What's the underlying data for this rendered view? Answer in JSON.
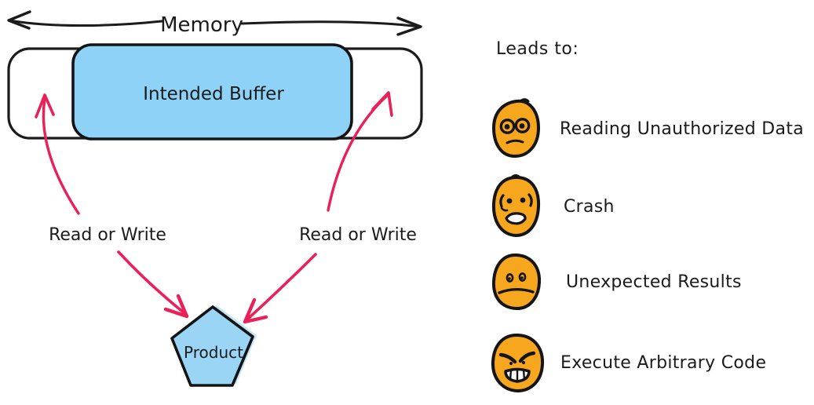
{
  "colors": {
    "buffer_fill": "#8ed2f8",
    "pentagon_fill": "#9bd5f6",
    "pentagon_shadow": "#c3e5fb",
    "arrow_pink": "#ea2158",
    "ink": "#1b1b1b",
    "face_fill": "#f7a71d"
  },
  "diagram": {
    "memory_label": "Memory",
    "buffer_label": "Intended Buffer",
    "read_write_left": "Read or Write",
    "read_write_right": "Read or Write",
    "product_label": "Product"
  },
  "outcomes": {
    "heading": "Leads to:",
    "items": [
      {
        "icon": "rolling-eyes-face-icon",
        "label": "Reading Unauthorized Data"
      },
      {
        "icon": "worried-face-icon",
        "label": "Crash"
      },
      {
        "icon": "sad-face-icon",
        "label": "Unexpected Results"
      },
      {
        "icon": "angry-face-icon",
        "label": "Execute Arbitrary Code"
      }
    ]
  }
}
